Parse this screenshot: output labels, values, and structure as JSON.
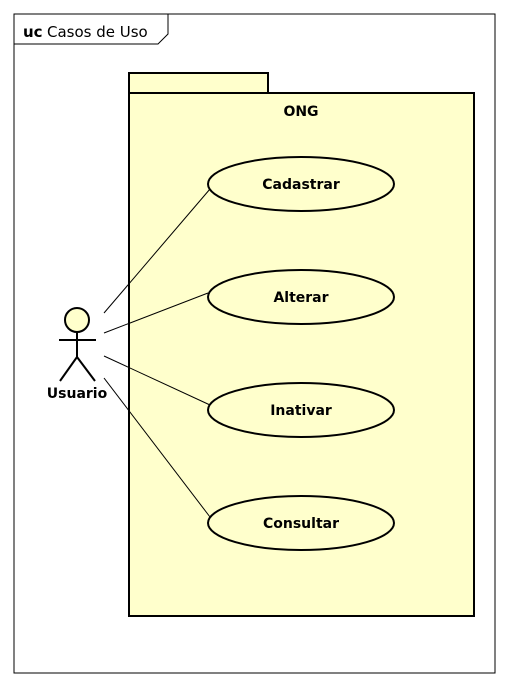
{
  "frame": {
    "keyword": "uc",
    "name": "Casos de Uso"
  },
  "package": {
    "name": "ONG"
  },
  "actor": {
    "name": "Usuario"
  },
  "use_cases": [
    {
      "label": "Cadastrar"
    },
    {
      "label": "Alterar"
    },
    {
      "label": "Inativar"
    },
    {
      "label": "Consultar"
    }
  ],
  "colors": {
    "fill": "#ffffcc",
    "stroke": "#000000",
    "background": "#ffffff"
  }
}
